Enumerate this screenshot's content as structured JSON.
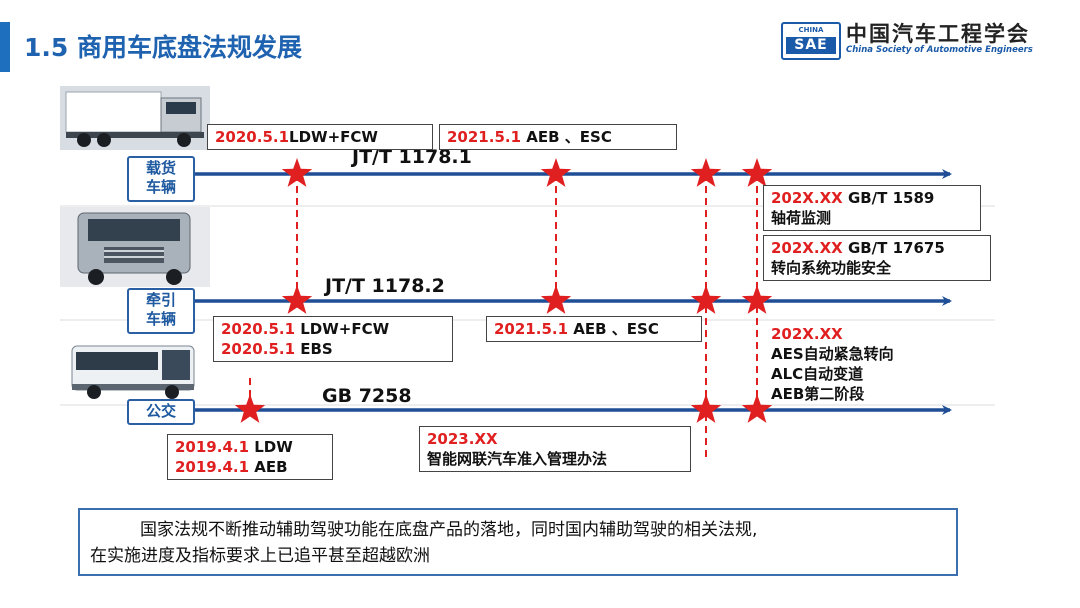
{
  "header": {
    "title": "1.5 商用车底盘法规发展",
    "logo": {
      "china": "CHINA",
      "sae": "SAE",
      "icon": "china-sae-logo"
    },
    "org_cn": "中国汽车工程学会",
    "org_en": "China Society of Automotive Engineers"
  },
  "tracks": [
    {
      "label": "载货\n车辆",
      "standard": "JT/T 1178.1",
      "image": "truck-image",
      "tags": [
        {
          "lines": [
            {
              "red": "2020.5.1",
              "black": "LDW+FCW"
            }
          ]
        },
        {
          "lines": [
            {
              "red": "2021.5.1",
              "black": " AEB 、ESC"
            }
          ]
        },
        {
          "lines": [
            {
              "red": "202X.XX",
              "black": " GB/T 1589"
            },
            {
              "red": "",
              "black": "轴荷监测"
            }
          ]
        },
        {
          "lines": [
            {
              "red": "202X.XX",
              "black": " GB/T 17675"
            },
            {
              "red": "",
              "black": "转向系统功能安全"
            }
          ]
        }
      ]
    },
    {
      "label": "牵引\n车辆",
      "standard": "JT/T 1178.2",
      "image": "tractor-image",
      "tags": [
        {
          "lines": [
            {
              "red": "2020.5.1",
              "black": " LDW+FCW"
            },
            {
              "red": "2020.5.1",
              "black": " EBS"
            }
          ]
        },
        {
          "lines": [
            {
              "red": "2021.5.1",
              "black": " AEB  、ESC"
            }
          ]
        },
        {
          "lines": [
            {
              "red": "202X.XX",
              "black": ""
            },
            {
              "red": "",
              "black": "AES自动紧急转向"
            },
            {
              "red": "",
              "black": "ALC自动变道"
            },
            {
              "red": "",
              "black": "AEB第二阶段"
            }
          ]
        }
      ]
    },
    {
      "label": "公交",
      "standard": "GB 7258",
      "image": "bus-image",
      "tags": [
        {
          "lines": [
            {
              "red": "2019.4.1",
              "black": " LDW"
            },
            {
              "red": "2019.4.1",
              "black": " AEB"
            }
          ]
        },
        {
          "lines": [
            {
              "red": "2023.XX",
              "black": ""
            },
            {
              "red": "",
              "black": "智能网联汽车准入管理办法"
            }
          ]
        }
      ]
    }
  ],
  "colors": {
    "accent": "#1f63b0",
    "axis": "#1f4e96",
    "star": "#e02020",
    "date": "#e02020"
  },
  "conclusion": {
    "line1": "国家法规不断推动辅助驾驶功能在底盘产品的落地，同时国内辅助驾驶的相关法规,",
    "line2": "在实施进度及指标要求上已追平甚至超越欧洲"
  }
}
